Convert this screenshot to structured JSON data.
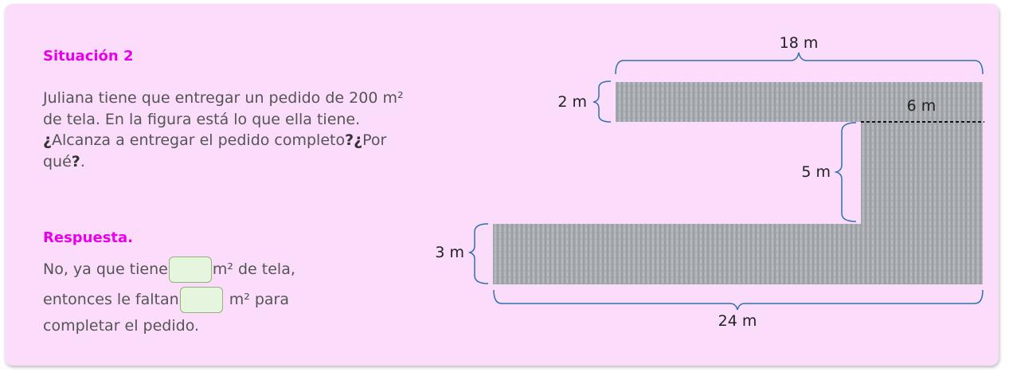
{
  "situation": {
    "title": "Situación 2",
    "text_1": "Juliana tiene que entregar un pedido de 200 m² de tela. En la figura está lo que ella tiene. ",
    "question_1": "¿",
    "text_2": "Alcanza a entregar el pedido completo",
    "question_2": "?¿",
    "text_3": "Por qué",
    "question_3": "?",
    "text_4": "."
  },
  "answer": {
    "title": "Respuesta.",
    "line1_start": "No, ya que tiene",
    "line1_end": "m² de tela,",
    "line2_start": "entonces le faltan",
    "line2_end": "m² para",
    "line3": "completar el pedido.",
    "input1_value": "",
    "input2_value": ""
  },
  "figure": {
    "top_width_label": "18 m",
    "top_height_label": "2 m",
    "overlap_label": "6 m",
    "middle_height_label": "5 m",
    "bottom_height_label": "3 m",
    "bottom_width_label": "24 m"
  },
  "colors": {
    "card_background": "#fbdcfb",
    "heading": "#e800e8",
    "bracket": "#3070b0",
    "fabric": "#a7abb0"
  }
}
